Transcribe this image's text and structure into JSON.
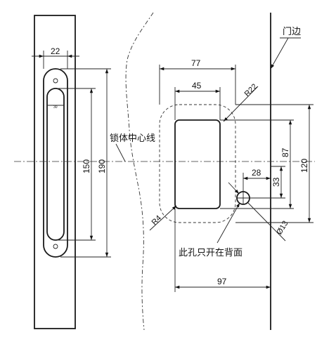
{
  "labels": {
    "door_edge": "门边",
    "lock_centerline": "锁体中心线",
    "hole_note": "此孔只开在背面",
    "slot_tiny": "30"
  },
  "dimensions": {
    "plate_width": "22",
    "plate_inner": "150",
    "plate_outer": "190",
    "cutout_outer": "77",
    "cutout_inner": "45",
    "radius_outer": "R22",
    "radius_inner": "R4",
    "height_inner": "87",
    "height_outer": "120",
    "hole_offset_x": "28",
    "hole_offset_y": "33",
    "hole_dia": "Ø13",
    "total_depth": "97"
  }
}
